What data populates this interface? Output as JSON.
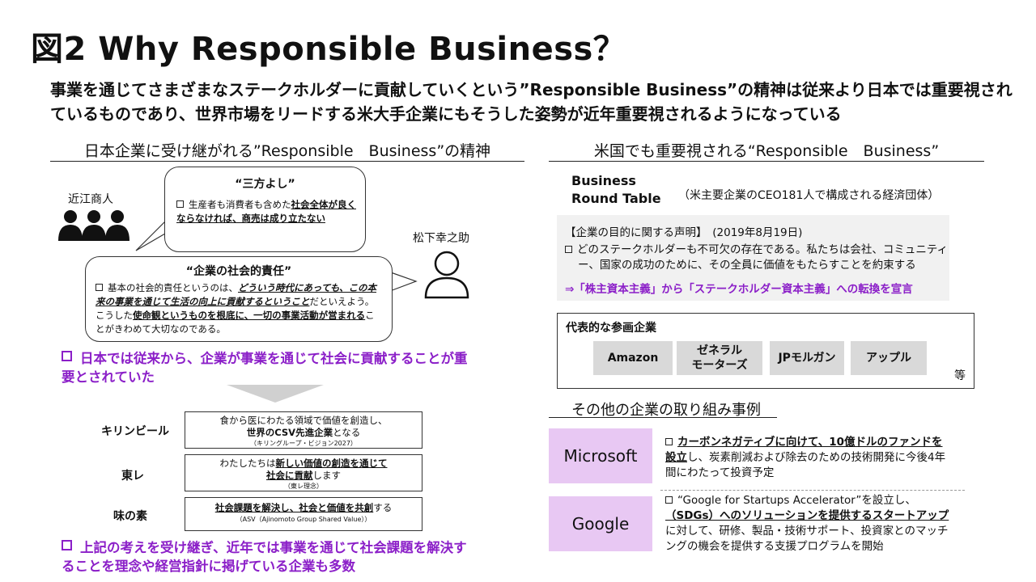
{
  "title": "図2 Why Responsible Business？",
  "lead": "事業を通じてさまざまなステークホルダーに貢献していくという”Responsible Business”の精神は従来より日本では重要視されているものであり、世界市場をリードする米大手企業にもそうした姿勢が近年重要視されるようになっている",
  "left": {
    "heading": "日本企業に受け継がれる”Responsible　Business”の精神",
    "ohmi_label": "近江商人",
    "matsushita_label": "松下幸之助",
    "bubble1": {
      "title": "“三方よし”",
      "t1": "生産者も消費者も含めた",
      "t2": "社会全体が良くならなければ、商売は成り立たない"
    },
    "bubble2": {
      "title": "“企業の社会的責任”",
      "t1": "基本の社会的責任というのは、",
      "t2": "どういう時代にあっても、この本来の事業を通じて生活の向上に貢献するということ",
      "t3": "だといえよう。こうした",
      "t4": "使命観というものを根底に、一切の事業活動が営まれる",
      "t5": "ことがきわめて大切なのである。"
    },
    "point1": "日本では従来から、企業が事業を通じて社会に貢献することが重要とされていた",
    "companies": [
      {
        "name": "キリンビール",
        "l1a": "食から医にわたる領域で価値を創造し、",
        "l2a": "世界のCSV先進企業",
        "l2b": "となる",
        "src": "（キリングループ・ビジョン2027）"
      },
      {
        "name": "東レ",
        "l1a": "わたしたちは",
        "l1b": "新しい価値の創造を通じて",
        "l2a": "社会に貢献",
        "l2b": "します",
        "src": "（東レ理念）"
      },
      {
        "name": "味の素",
        "l1a": "社会課題を解決し、社会と価値を共創",
        "l1b": "する",
        "src": "（ASV（Ajinomoto Group Shared Value））"
      }
    ],
    "point2": "上記の考えを受け継ぎ、近年では事業を通じて社会課題を解決することを理念や経営指針に掲げている企業も多数"
  },
  "right": {
    "heading": "米国でも重要視される“Responsible　Business”",
    "brt_name1": "Business",
    "brt_name2": "Round Table",
    "brt_desc": "（米主要企業のCEO181人で構成される経済団体）",
    "statement_title": "【企業の目的に関する声明】　(2019年8月19日)",
    "statement_text": "どのステークホルダーも不可欠の存在である。私たちは会社、コミュニティー、国家の成功のために、その全員に価値をもたらすことを約束する",
    "statement_conclusion": "⇒「株主資本主義」から「ステークホルダー資本主義」への転換を宣言",
    "participants_title": "代表的な参画企業",
    "participants": [
      "Amazon",
      "ゼネラル\nモーターズ",
      "JPモルガン",
      "アップル"
    ],
    "participants_etc": "等",
    "others_heading": "その他の企業の取り組み事例",
    "examples": [
      {
        "name": "Microsoft",
        "u": "カーボンネガティブに向けて、10億ドルのファンドを設立",
        "rest": "し、炭素削減および除去のための技術開発に今後4年間にわたって投資予定"
      },
      {
        "name": "Google",
        "pre": "“Google for Startups Accelerator”を設立し、",
        "u": "（SDGs）へのソリューションを提供するスタートアップ",
        "rest": "に対して、研修、製品・技術サポート、投資家とのマッチングの機会を提供する支援プログラムを開始"
      }
    ]
  }
}
